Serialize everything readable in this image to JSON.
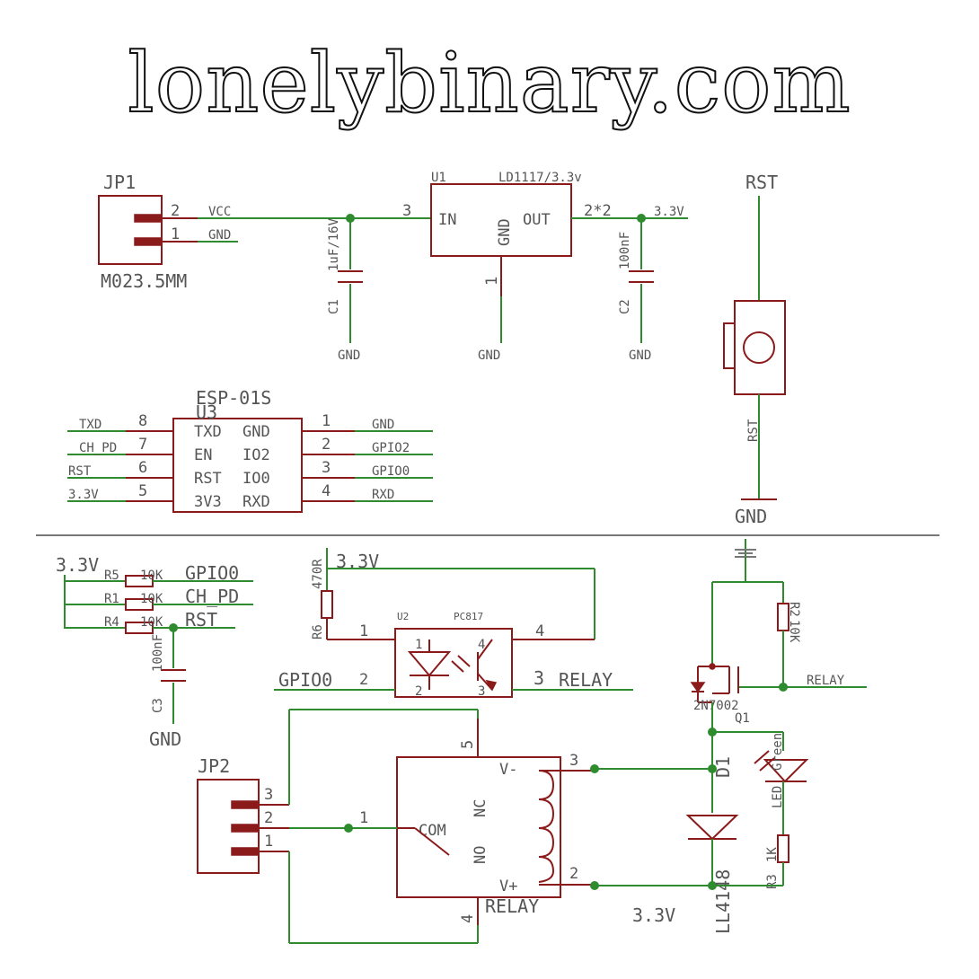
{
  "banner": "lonelybinary.com",
  "power": {
    "jp1": {
      "name": "JP1",
      "package": "M023.5MM",
      "pin2": "2",
      "pin1": "1",
      "net2": "VCC",
      "net1": "GND"
    },
    "c1": {
      "name": "C1",
      "value": "1uF/16V",
      "gnd": "GND"
    },
    "u1": {
      "name": "U1",
      "part": "LD1117/3.3v",
      "in_pin": "3",
      "in": "IN",
      "gnd": "GND",
      "gnd_pin": "1",
      "out": "OUT",
      "out_pin": "2*2",
      "bottom_gnd": "GND"
    },
    "c2": {
      "name": "C2",
      "value": "100nF",
      "gnd": "GND"
    },
    "out_net": "3.3V"
  },
  "reset": {
    "top": "RST",
    "net": "RST",
    "gnd": "GND"
  },
  "esp": {
    "title": "ESP-01S",
    "ref": "U3",
    "left": [
      {
        "net": "TXD",
        "pin": "8",
        "label": "TXD"
      },
      {
        "net": "CH_PD",
        "pin": "7",
        "label": "EN"
      },
      {
        "net": "RST",
        "pin": "6",
        "label": "RST"
      },
      {
        "net": "3.3V",
        "pin": "5",
        "label": "3V3"
      }
    ],
    "right": [
      {
        "label": "GND",
        "pin": "1",
        "net": "GND"
      },
      {
        "label": "IO2",
        "pin": "2",
        "net": "GPIO2"
      },
      {
        "label": "IO0",
        "pin": "3",
        "net": "GPIO0"
      },
      {
        "label": "RXD",
        "pin": "4",
        "net": "RXD"
      }
    ]
  },
  "pullups": {
    "rail": "3.3V",
    "rows": [
      {
        "ref": "R5",
        "value": "10K",
        "net": "GPIO0"
      },
      {
        "ref": "R1",
        "value": "10K",
        "net": "CH_PD"
      },
      {
        "ref": "R4",
        "value": "10K",
        "net": "RST"
      }
    ],
    "c3": {
      "name": "C3",
      "value": "100nF",
      "gnd": "GND"
    }
  },
  "opto": {
    "rail": "3.3V",
    "r6": {
      "ref": "R6",
      "value": "470R"
    },
    "ref": "U2",
    "part": "PC817",
    "pins": [
      "1",
      "2",
      "3",
      "4"
    ],
    "pin_labels": [
      "1",
      "4",
      "2",
      "3"
    ],
    "in_net": "GPIO0",
    "out_net": "RELAY"
  },
  "driver": {
    "r2": {
      "ref": "R2",
      "value": "10K"
    },
    "q1": {
      "ref": "Q1",
      "part": "2N7002"
    },
    "net": "RELAY",
    "d1": {
      "ref": "D1",
      "part": "LL4148"
    },
    "led": {
      "ref": "LED",
      "color": "Green"
    },
    "r3": {
      "ref": "R3",
      "value": "1K"
    },
    "rail": "3.3V"
  },
  "relay": {
    "jp2": {
      "name": "JP2",
      "pins": [
        "3",
        "2",
        "1"
      ]
    },
    "name": "RELAY",
    "com": "COM",
    "com_pin": "1",
    "nc": "NC",
    "nc_pin": "5",
    "no": "NO",
    "no_pin": "4",
    "vminus": "V-",
    "vminus_pin": "3",
    "vplus": "V+",
    "vplus_pin": "2"
  }
}
